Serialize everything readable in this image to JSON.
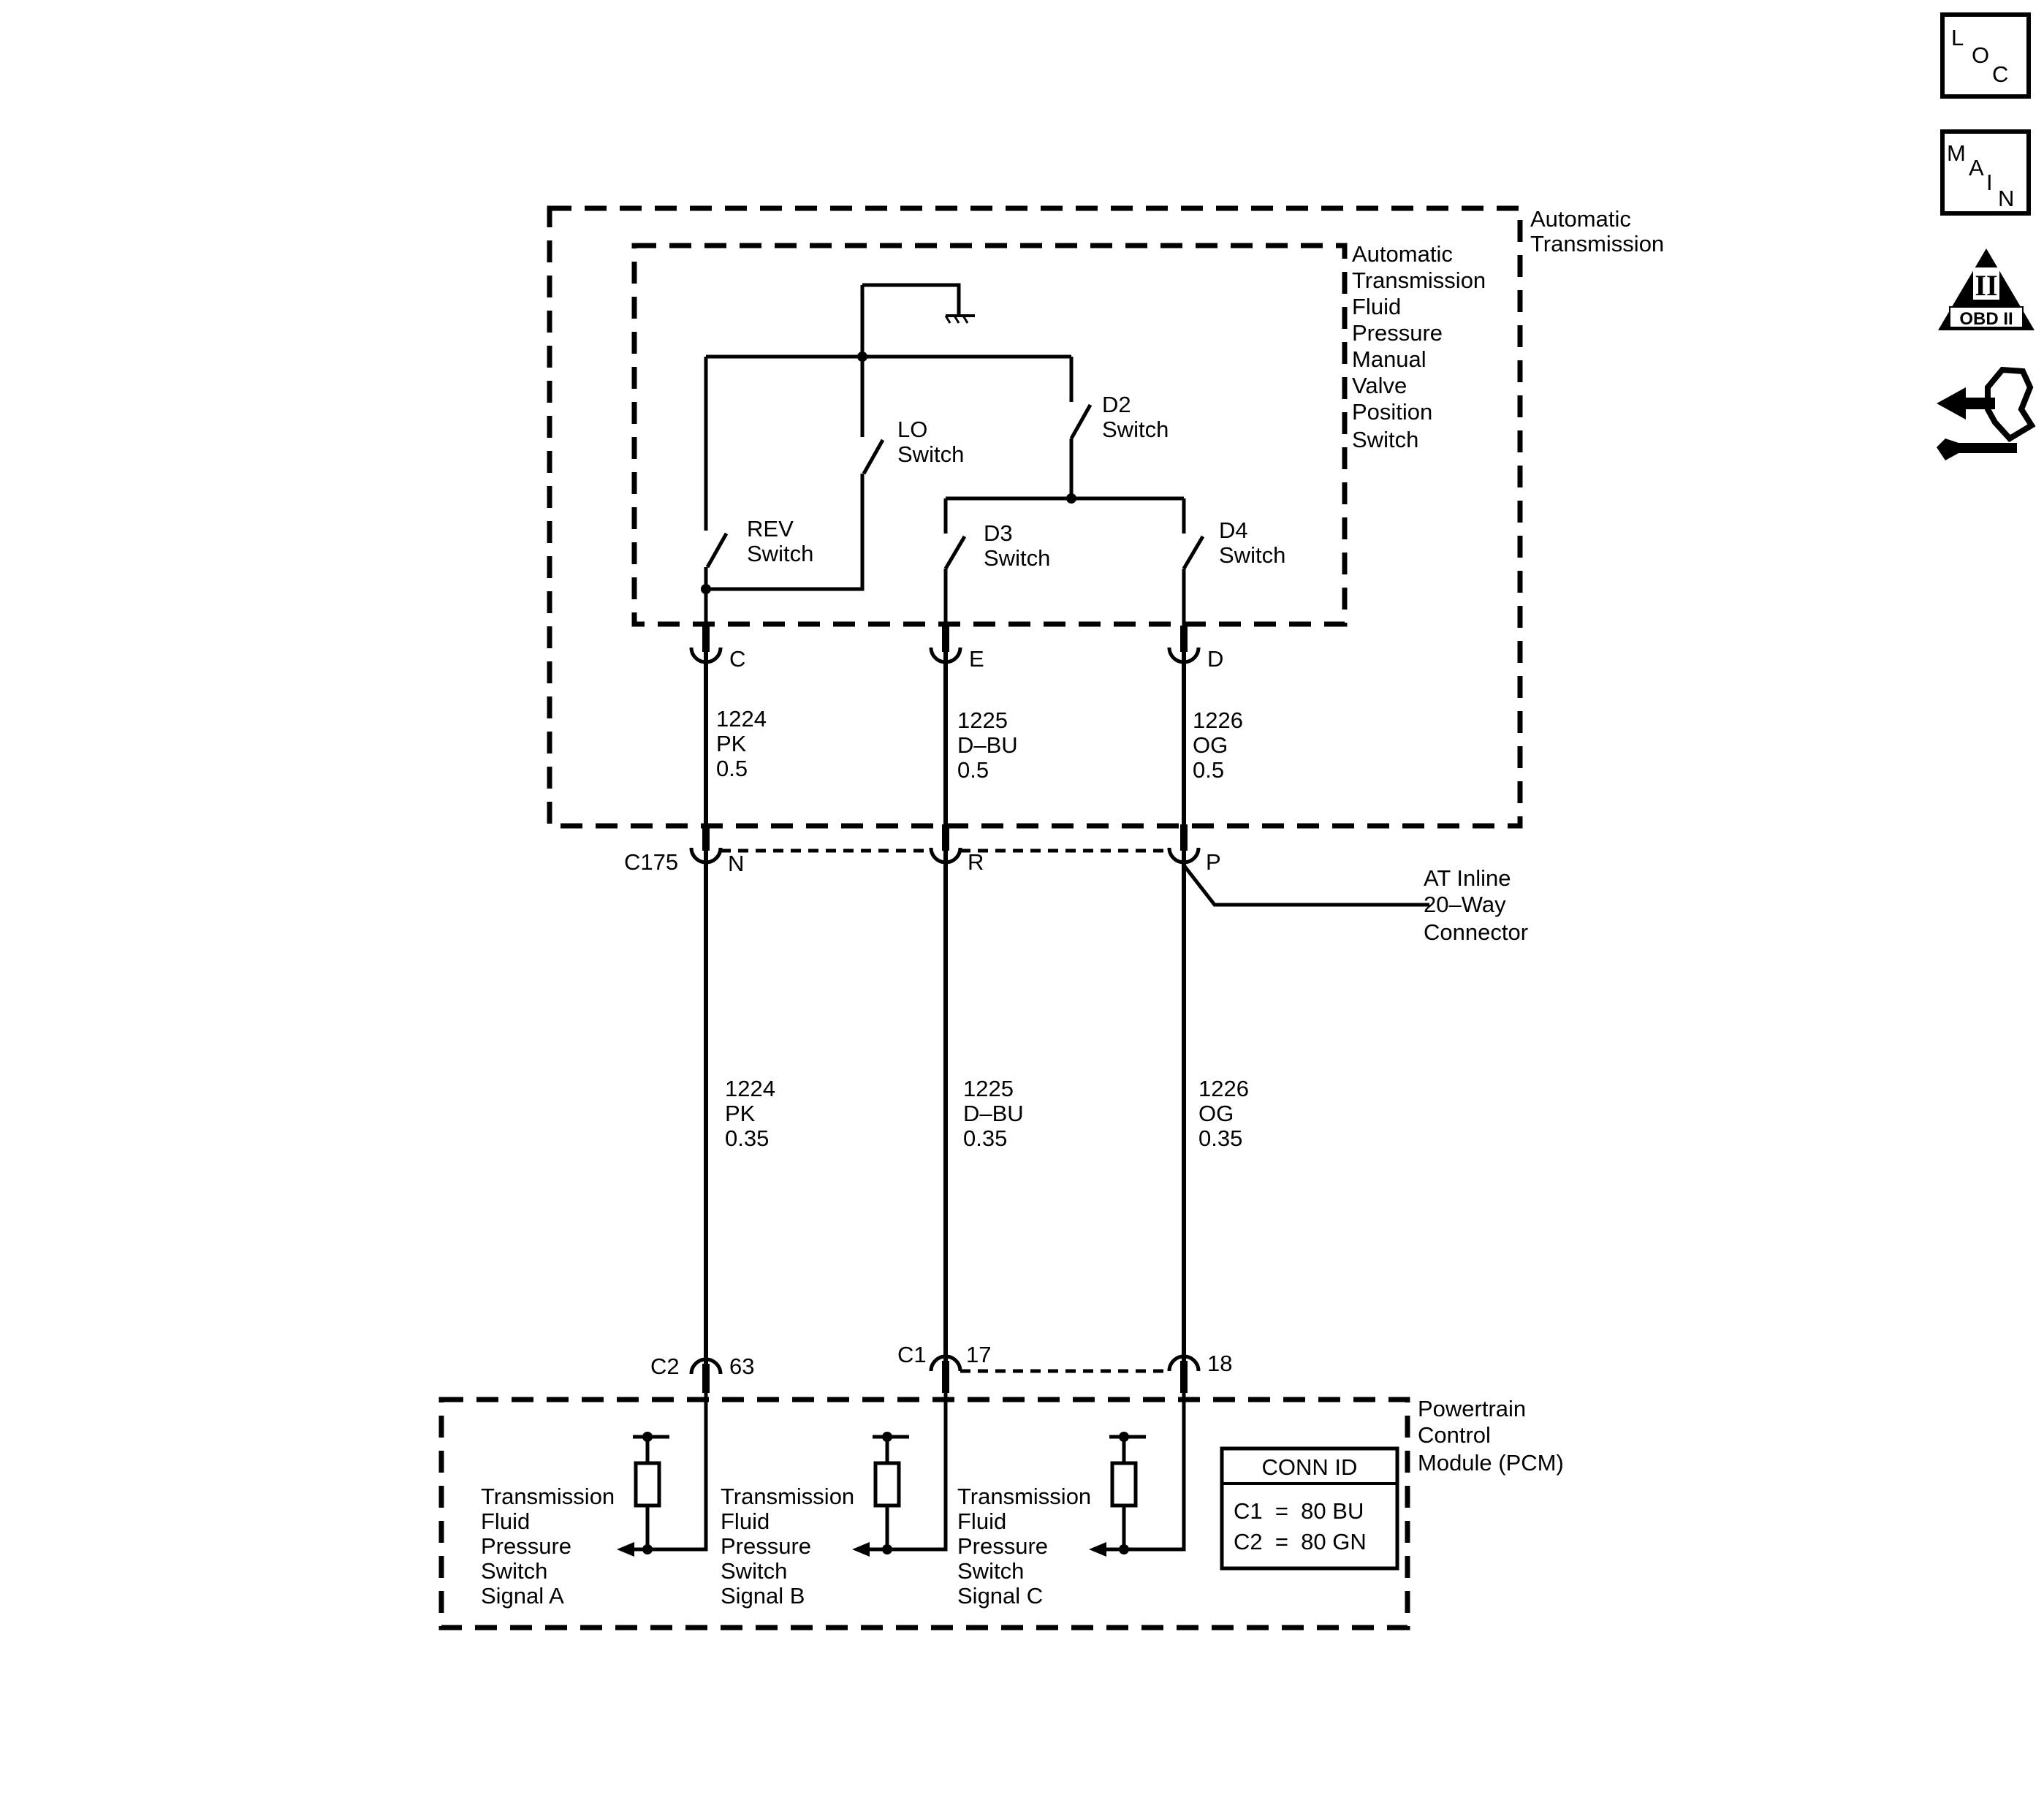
{
  "nav": {
    "loc": [
      "L",
      "O",
      "C"
    ],
    "main": [
      "M",
      "A",
      "I",
      "N"
    ],
    "obd_numeral": "II",
    "obd_label": "OBD II"
  },
  "components": {
    "automatic_transmission": [
      "Automatic",
      "Transmission"
    ],
    "switch_assembly": [
      "Automatic",
      "Transmission",
      "Fluid",
      "Pressure",
      "Manual",
      "Valve",
      "Position",
      "Switch"
    ],
    "pcm": [
      "Powertrain",
      "Control",
      "Module (PCM)"
    ],
    "inline_connector": [
      "AT Inline",
      "20–Way",
      "Connector"
    ]
  },
  "switches": {
    "rev": [
      "REV",
      "Switch"
    ],
    "lo": [
      "LO",
      "Switch"
    ],
    "d2": [
      "D2",
      "Switch"
    ],
    "d3": [
      "D3",
      "Switch"
    ],
    "d4": [
      "D4",
      "Switch"
    ]
  },
  "connectors": {
    "trans_pins": [
      "C",
      "E",
      "D"
    ],
    "c175": {
      "name": "C175",
      "pins": [
        "N",
        "R",
        "P"
      ]
    },
    "pcm": {
      "c2": "C2",
      "c2_pin": "63",
      "c1": "C1",
      "c1_pins": [
        "17",
        "18"
      ]
    }
  },
  "wires_upper": [
    [
      "1224",
      "PK",
      "0.5"
    ],
    [
      "1225",
      "D–BU",
      "0.5"
    ],
    [
      "1226",
      "OG",
      "0.5"
    ]
  ],
  "wires_lower": [
    [
      "1224",
      "PK",
      "0.35"
    ],
    [
      "1225",
      "D–BU",
      "0.35"
    ],
    [
      "1226",
      "OG",
      "0.35"
    ]
  ],
  "pcm_signals": [
    [
      "Transmission",
      "Fluid",
      "Pressure",
      "Switch",
      "Signal A"
    ],
    [
      "Transmission",
      "Fluid",
      "Pressure",
      "Switch",
      "Signal B"
    ],
    [
      "Transmission",
      "Fluid",
      "Pressure",
      "Switch",
      "Signal C"
    ]
  ],
  "conn_id": {
    "title": "CONN ID",
    "rows": [
      "C1  =  80 BU",
      "C2  =  80 GN"
    ]
  }
}
